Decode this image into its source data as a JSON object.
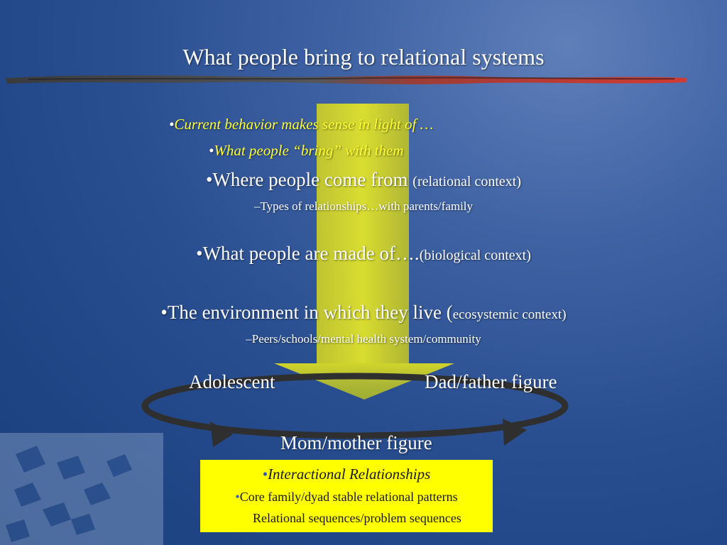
{
  "slide": {
    "title": "What people bring to relational systems",
    "bullets": {
      "b1_mark": "•",
      "b1_text": "Current behavior makes sense in light of …",
      "b2_mark": "•",
      "b2_text": "What people “bring” with them",
      "b3_main": "•Where people come from ",
      "b3_small": "(relational context)",
      "b3_sub": "–Types of relationships…with parents/family",
      "b4_main": "•What people are made of….",
      "b4_small": "(biological context)",
      "b5_main": "•The environment in which they live (",
      "b5_small": "ecosystemic context)",
      "b5_sub": "–Peers/schools/mental health system/community"
    },
    "figures": {
      "adolescent": "Adolescent",
      "dad": "Dad/father figure",
      "mom": "Mom/mother figure"
    },
    "box": {
      "r1_mark": "•",
      "r1_text": "Interactional Relationships",
      "r2_mark": "•",
      "r2_text": "Core family/dyad stable relational patterns",
      "r3_text": "Relational sequences/problem sequences"
    }
  },
  "colors": {
    "background": "#2a4f91",
    "accent_yellow": "#ffff33",
    "box_yellow": "#ffff00",
    "brush_red": "#c8302a",
    "ring": "#2f2f2f"
  }
}
